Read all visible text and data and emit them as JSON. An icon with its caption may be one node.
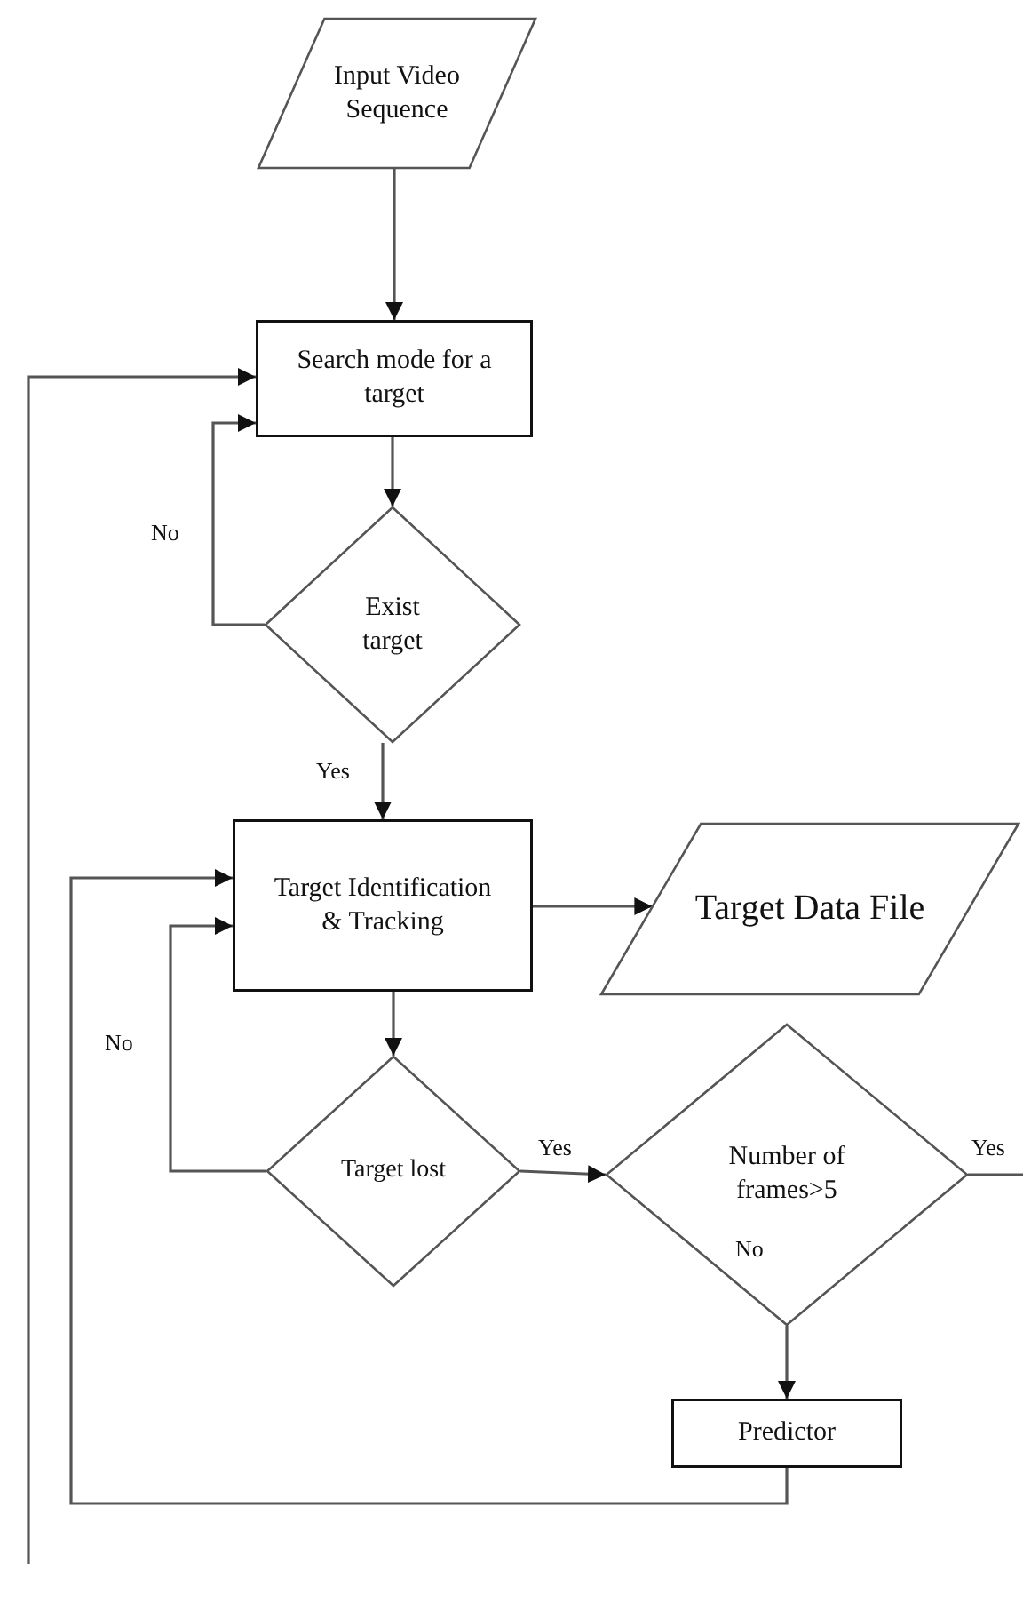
{
  "diagram": {
    "nodes": [
      {
        "text": [
          "Input Video Sequence"
        ]
      },
      {
        "text": [
          "Search mode for a target"
        ]
      },
      {
        "text": [
          "Exist target"
        ]
      },
      {
        "text": [
          "Target Identification & Tracking"
        ]
      },
      {
        "text": [
          "Target Data File"
        ]
      },
      {
        "text": [
          "Target lost"
        ]
      },
      {
        "text": [
          "Number of frames>5"
        ]
      },
      {
        "text": [
          "Predictor"
        ]
      }
    ],
    "edges": [
      {
        "from": 0,
        "to": 1,
        "arrow": "to"
      },
      {
        "from": 1,
        "to": 2,
        "arrow": "to"
      },
      {
        "from": 2,
        "to": 1,
        "arrow": "to",
        "label": "No"
      },
      {
        "from": 2,
        "to": 3,
        "arrow": "to",
        "label": "Yes"
      },
      {
        "from": 3,
        "to": 4,
        "arrow": "to"
      },
      {
        "from": 3,
        "to": 5,
        "arrow": "to"
      },
      {
        "from": 5,
        "to": 3,
        "arrow": "to",
        "label": "No"
      },
      {
        "from": 5,
        "to": 6,
        "arrow": "to",
        "label": "Yes"
      },
      {
        "from": 6,
        "to": null,
        "arrow": "none",
        "label": "Yes"
      },
      {
        "from": 6,
        "to": 7,
        "arrow": "to",
        "label": "No"
      },
      {
        "from": 7,
        "to": 3,
        "arrow": "to"
      },
      {
        "from": null,
        "to": 1,
        "arrow": "to"
      }
    ]
  }
}
